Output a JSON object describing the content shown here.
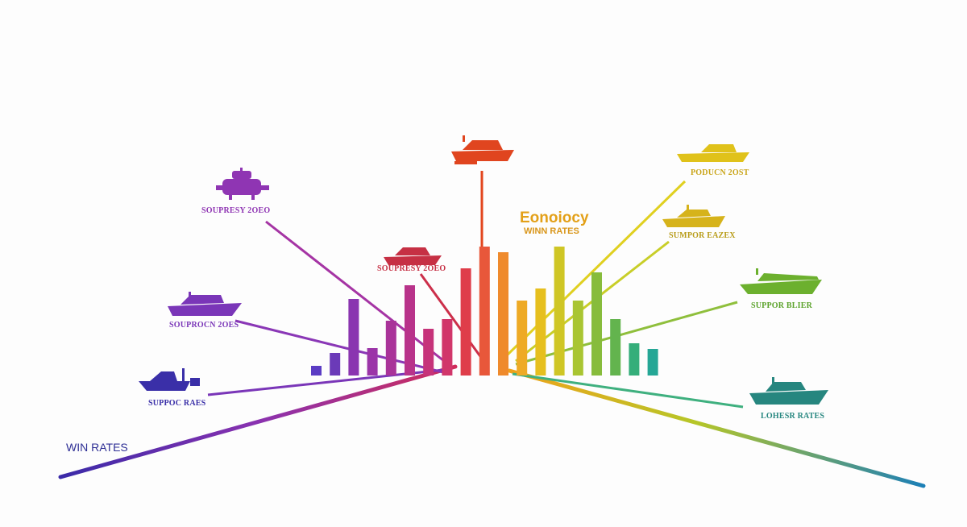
{
  "chart_data": {
    "type": "bar",
    "title": "Eonoiocy",
    "subtitle": "WINN RATES",
    "axis_label": "WIN RATES",
    "values": [
      12,
      28,
      95,
      34,
      68,
      112,
      58,
      70,
      133,
      160,
      153,
      93,
      108,
      160,
      93,
      128,
      70,
      40,
      33
    ],
    "colors": [
      "#5b3cc4",
      "#6b3ab8",
      "#8a35b0",
      "#9b34a8",
      "#a93399",
      "#b8338a",
      "#c6337a",
      "#d1366a",
      "#df3d4a",
      "#e8573a",
      "#ef8a2c",
      "#eeaa25",
      "#e6bf1e",
      "#cfc625",
      "#a9c532",
      "#87bc3c",
      "#63b44e",
      "#35ae7a",
      "#25a796"
    ],
    "annotations": [
      {
        "label": "SUPPOC RAES",
        "color": "#3a2fa8",
        "icon": "boat-icon"
      },
      {
        "label": "SOUPROCN 2OES",
        "color": "#7a36b8",
        "icon": "boat-icon"
      },
      {
        "label": "SOUPRESY 2OEO",
        "color": "#8f35b3",
        "icon": "submarine-icon"
      },
      {
        "label": "SOUPRESY 2OEO",
        "color": "#c63044",
        "icon": "boat-icon"
      },
      {
        "label": "",
        "color": "#e0451f",
        "icon": "boat-icon"
      },
      {
        "label": "PODUCN 2OST",
        "color": "#d8b71a",
        "icon": "boat-icon"
      },
      {
        "label": "SUMPOR EAZEX",
        "color": "#c4aa1c",
        "icon": "boat-icon"
      },
      {
        "label": "SUPPOR BLIER",
        "color": "#5faa2c",
        "icon": "boat-icon"
      },
      {
        "label": "LOHESR RATES",
        "color": "#26867f",
        "icon": "boat-icon"
      }
    ]
  }
}
